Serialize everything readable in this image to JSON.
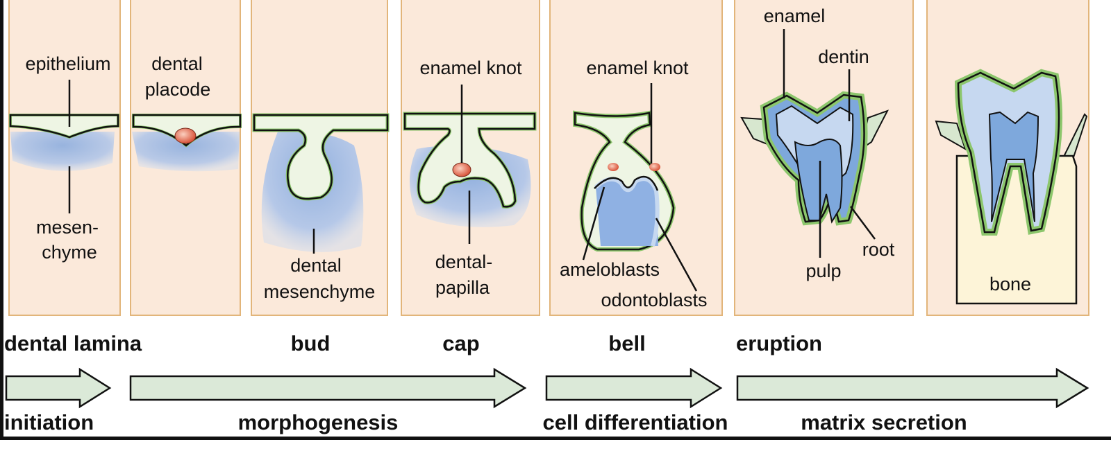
{
  "panels": {
    "initiation_panel": {
      "top": "epithelium",
      "bottom1": "mesen-",
      "bottom2": "chyme"
    },
    "placode_panel": {
      "top1": "dental",
      "top2": "placode"
    },
    "bud_panel": {
      "bottom1": "dental",
      "bottom2": "mesenchyme"
    },
    "cap_panel": {
      "top": "enamel knot",
      "bottom1": "dental-",
      "bottom2": "papilla"
    },
    "bell_panel": {
      "top": "enamel knot",
      "left": "ameloblasts",
      "right": "odontoblasts"
    },
    "eruption_panel": {
      "enamel": "enamel",
      "dentin": "dentin",
      "pulp": "pulp",
      "root": "root"
    },
    "mature_panel": {
      "bone": "bone"
    }
  },
  "stages": [
    "dental lamina",
    "bud",
    "cap",
    "bell",
    "eruption"
  ],
  "processes": [
    "initiation",
    "morphogenesis",
    "cell differentiation",
    "matrix secretion"
  ],
  "colors": {
    "panel": "#fbe9da",
    "panel_border": "#e2b57a",
    "epithelium": "#8cc66c",
    "epithelium_light": "#eef5e4",
    "mesenchyme": "#8fb1e3",
    "pulp": "#7ea8dc",
    "dentin": "#c6d8f0",
    "knot": "#e8846a",
    "bone": "#fdf4d8",
    "arrow": "#dbe9d8"
  }
}
